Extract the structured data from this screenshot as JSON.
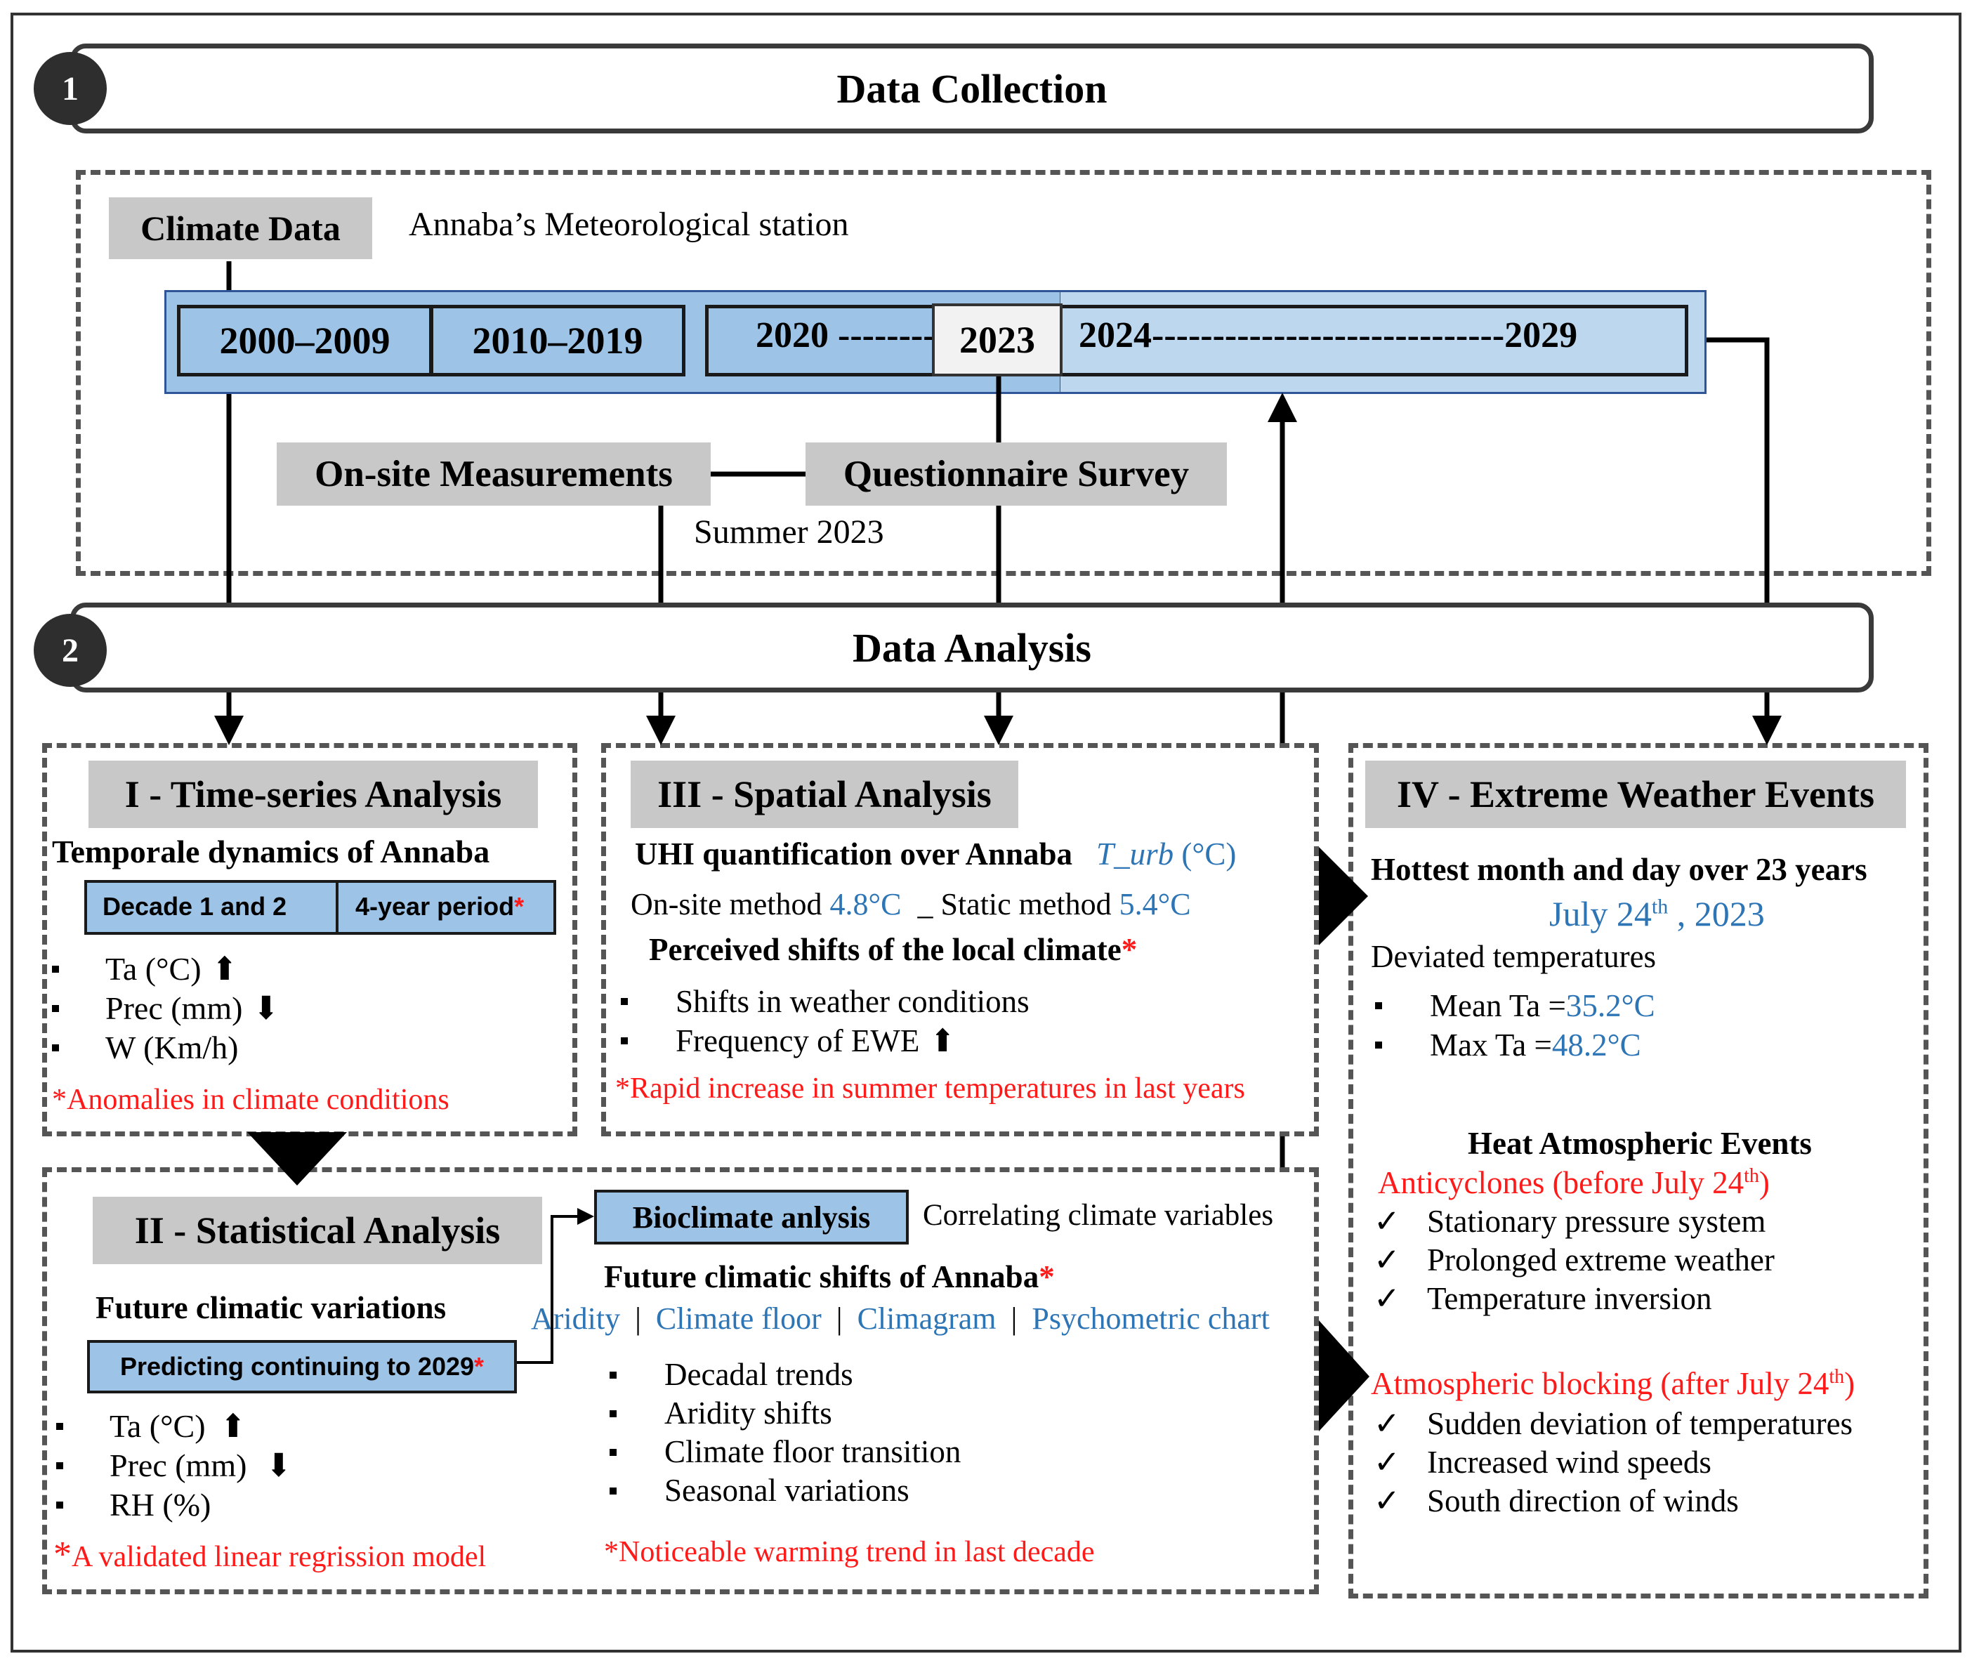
{
  "step1": {
    "num": "1",
    "title": "Data Collection"
  },
  "step2": {
    "num": "2",
    "title": "Data Analysis"
  },
  "collection": {
    "climate_data": "Climate Data",
    "station": "Annaba’s Meteorological station",
    "timeline": {
      "p1": "2000–2009",
      "p2": "2010–2019",
      "p3": "2020 --------",
      "p4": "2023",
      "p5": "2024-----------------------------2029"
    },
    "onsite": "On-site Measurements",
    "questionnaire": "Questionnaire Survey",
    "summer": "Summer 2023"
  },
  "timeseries": {
    "title": "I - Time-series  Analysis",
    "subtitle": "Temporale dynamics of Annaba",
    "box_left": "Decade 1 and 2",
    "box_right": "4-year period",
    "star": "*",
    "items": [
      "Ta (°C)",
      "Prec (mm)",
      "W (Km/h)"
    ],
    "note": "*Anomalies in climate conditions"
  },
  "spatial": {
    "title": "III - Spatial Analysis",
    "uhi": "UHI quantification over Annaba",
    "turb": "T_urb",
    "turb_unit": " (°C)",
    "onsite_label": "On-site method",
    "onsite_val": "4.8°C",
    "sep": "_",
    "static_label": "Static method",
    "static_val": "5.4°C",
    "perceived": "Perceived shifts of the local climate",
    "star": "*",
    "items": [
      "Shifts in weather  conditions",
      "Frequency  of EWE"
    ],
    "note": "*Rapid increase in summer temperatures in last years"
  },
  "statistical": {
    "title": "II - Statistical Analysis",
    "future_var": "Future climatic variations",
    "predict": "Predicting continuing to 2029",
    "star": "*",
    "items": [
      "Ta (°C)",
      "Prec (mm)",
      "RH (%)"
    ],
    "note_star": "*",
    "note": "A validated linear regrission model",
    "bioclimate": "Bioclimate anlysis",
    "correlating": "Correlating climate variables",
    "future_shifts": "Future climatic shifts of Annaba",
    "links": [
      "Aridity",
      "Climate floor",
      "Climagram",
      "Psychometric chart"
    ],
    "link_sep": "|",
    "items2": [
      "Decadal trends",
      "Aridity shifts",
      "Climate floor transition",
      "Seasonal variations"
    ],
    "note2": "*Noticeable warming trend in last decade"
  },
  "extreme": {
    "title": "IV - Extreme Weather Events",
    "hottest": "Hottest month and day over 23 years",
    "date_main": "July 24",
    "date_sup": "th",
    "date_tail": " , 2023",
    "deviated": "Deviated  temperatures",
    "mean_label": "Mean Ta = ",
    "mean_val": "35.2°C",
    "max_label": "Max Ta = ",
    "max_val": "48.2°C",
    "heat": "Heat Atmospheric Events",
    "anti": "Anticyclones  (before  July 24",
    "anti_sup": "th",
    "anti_tail": ")",
    "anti_items": [
      "Stationary  pressure  system",
      "Prolonged  extreme  weather",
      "Temperature  inversion"
    ],
    "block": "Atmospheric  blocking  (after July 24",
    "block_sup": "th",
    "block_tail": ")",
    "block_items": [
      "Sudden deviation of temperatures",
      "Increased  wind speeds",
      "South direction of winds"
    ],
    "check": "✓"
  },
  "colors": {
    "blue_fill": "#9dc3e6",
    "blue_light": "#bdd7ee",
    "blue_text": "#2e75b6",
    "red": "#ff1a1a",
    "gray_box": "#c8c8c8"
  }
}
